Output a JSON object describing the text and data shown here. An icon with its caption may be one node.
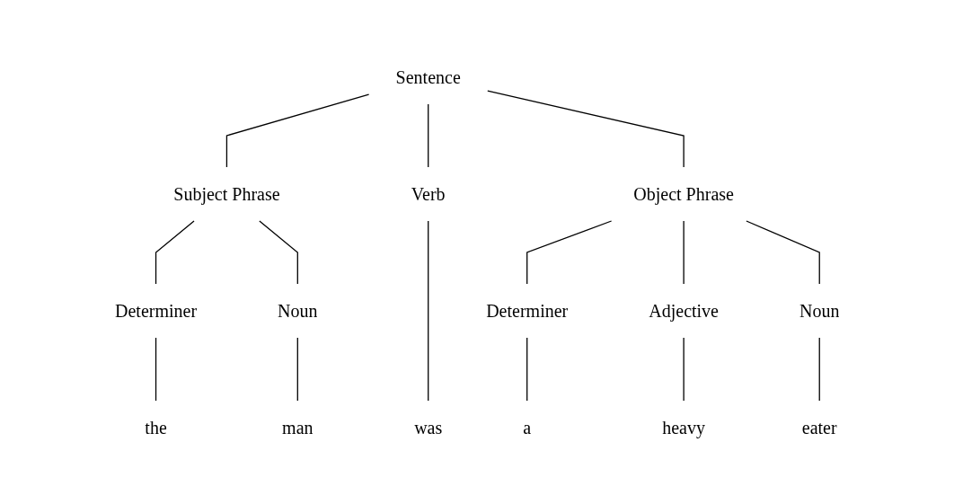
{
  "diagram": {
    "nodes": [
      {
        "text": [
          "Sentence"
        ]
      },
      {
        "text": [
          "Subject Phrase"
        ]
      },
      {
        "text": [
          "Verb"
        ]
      },
      {
        "text": [
          "Object Phrase"
        ]
      },
      {
        "text": [
          "Determiner"
        ]
      },
      {
        "text": [
          "Noun"
        ]
      },
      {
        "text": [
          "Determiner"
        ]
      },
      {
        "text": [
          "Adjective"
        ]
      },
      {
        "text": [
          "Noun"
        ]
      },
      {
        "text": [
          "the"
        ]
      },
      {
        "text": [
          "man"
        ]
      },
      {
        "text": [
          "was"
        ]
      },
      {
        "text": [
          "a"
        ]
      },
      {
        "text": [
          "heavy"
        ]
      },
      {
        "text": [
          "eater"
        ]
      }
    ],
    "edges": [
      {
        "from": 0,
        "to": 1,
        "arrow": "none"
      },
      {
        "from": 0,
        "to": 2,
        "arrow": "none"
      },
      {
        "from": 0,
        "to": 3,
        "arrow": "none"
      },
      {
        "from": 1,
        "to": 4,
        "arrow": "none"
      },
      {
        "from": 1,
        "to": 5,
        "arrow": "none"
      },
      {
        "from": 3,
        "to": 6,
        "arrow": "none"
      },
      {
        "from": 3,
        "to": 7,
        "arrow": "none"
      },
      {
        "from": 3,
        "to": 8,
        "arrow": "none"
      },
      {
        "from": 4,
        "to": 9,
        "arrow": "none"
      },
      {
        "from": 5,
        "to": 10,
        "arrow": "none"
      },
      {
        "from": 2,
        "to": 11,
        "arrow": "none"
      },
      {
        "from": 6,
        "to": 12,
        "arrow": "none"
      },
      {
        "from": 7,
        "to": 13,
        "arrow": "none"
      },
      {
        "from": 8,
        "to": 14,
        "arrow": "none"
      }
    ]
  }
}
